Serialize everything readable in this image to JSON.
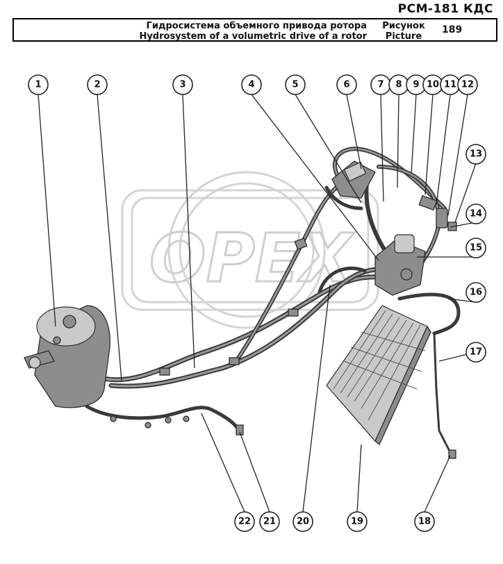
{
  "model": "РСМ-181 КДС",
  "header": {
    "title_ru": "Гидросистема объемного привода ротора",
    "title_en": "Hydrosystem of a volumetric drive of a rotor",
    "figure_ru": "Рисунок",
    "figure_en": "Picture",
    "figure_number": "189"
  },
  "watermark": {
    "logo_text": "OPEX"
  },
  "callouts": [
    "1",
    "2",
    "3",
    "4",
    "5",
    "6",
    "7",
    "8",
    "9",
    "10",
    "11",
    "12",
    "13",
    "14",
    "15",
    "16",
    "17",
    "18",
    "19",
    "20",
    "21",
    "22"
  ]
}
